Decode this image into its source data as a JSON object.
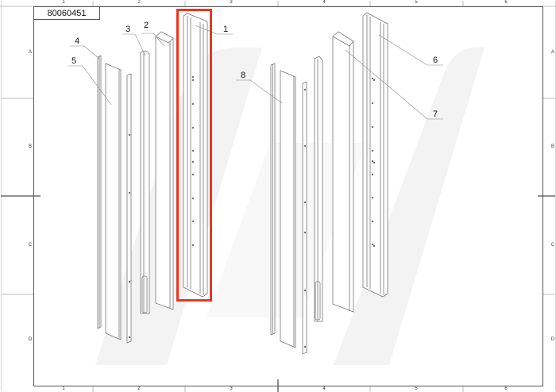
{
  "drawing": {
    "part_number": "80060451",
    "column_labels": [
      "1",
      "2",
      "3",
      "4",
      "5",
      "6"
    ],
    "row_labels": [
      "A",
      "B",
      "C",
      "D"
    ],
    "callouts": [
      {
        "id": "1",
        "label": "1"
      },
      {
        "id": "2",
        "label": "2"
      },
      {
        "id": "3",
        "label": "3"
      },
      {
        "id": "4",
        "label": "4"
      },
      {
        "id": "5",
        "label": "5"
      },
      {
        "id": "6",
        "label": "6"
      },
      {
        "id": "7",
        "label": "7"
      },
      {
        "id": "8",
        "label": "8"
      }
    ],
    "highlight": {
      "target_callout": "1",
      "color": "#e23a22"
    }
  }
}
